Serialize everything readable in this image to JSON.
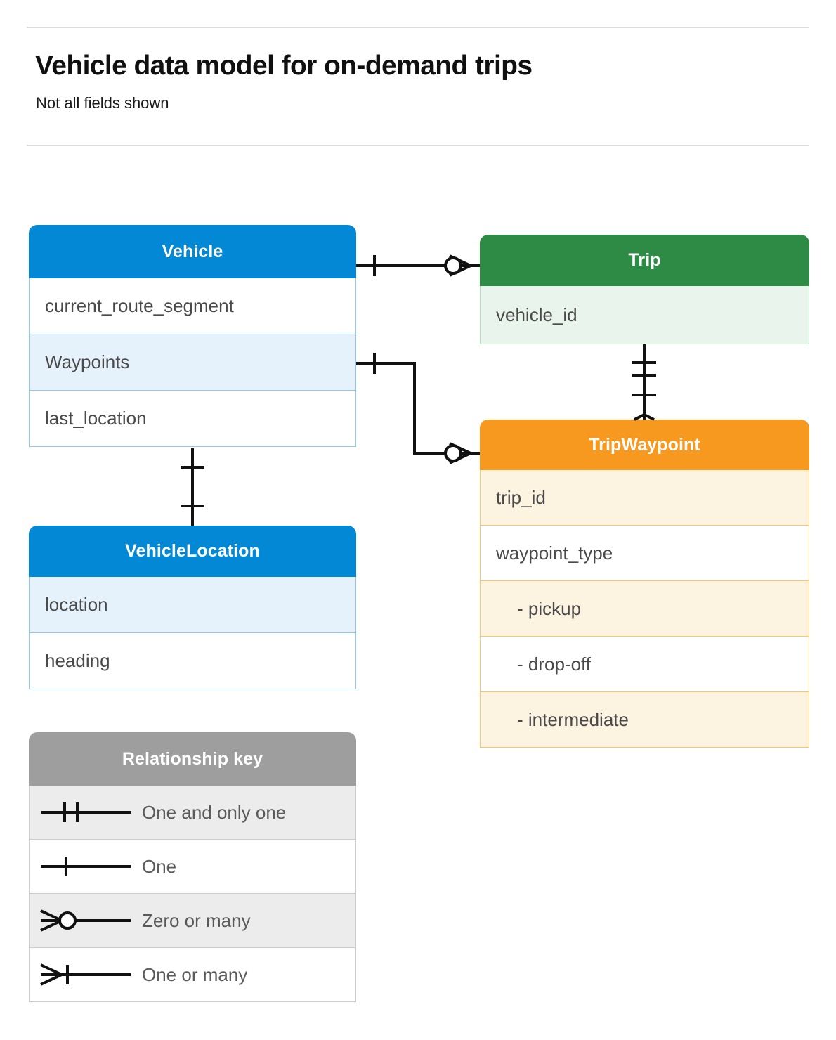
{
  "header": {
    "title": "Vehicle data model for on-demand trips",
    "subtitle": "Not all fields shown"
  },
  "colors": {
    "blue": "#0288d4",
    "blue_row_alt": "#e6f2fb",
    "green": "#2e8b46",
    "green_row_alt": "#e9f4ec",
    "orange": "#f7991e",
    "orange_row_alt": "#fdf3e1",
    "gray": "#9e9e9e",
    "gray_row_alt": "#ececec",
    "connector": "#111111"
  },
  "entities": {
    "vehicle": {
      "name": "Vehicle",
      "rows": [
        {
          "label": "current_route_segment",
          "highlighted": false
        },
        {
          "label": "Waypoints",
          "highlighted": true
        },
        {
          "label": "last_location",
          "highlighted": false
        }
      ]
    },
    "vehicle_location": {
      "name": "VehicleLocation",
      "rows": [
        {
          "label": "location",
          "highlighted": true
        },
        {
          "label": "heading",
          "highlighted": false
        }
      ]
    },
    "trip": {
      "name": "Trip",
      "rows": [
        {
          "label": "vehicle_id",
          "highlighted": true
        }
      ]
    },
    "trip_waypoint": {
      "name": "TripWaypoint",
      "rows": [
        {
          "label": "trip_id",
          "highlighted": true,
          "indent": false
        },
        {
          "label": "waypoint_type",
          "highlighted": false,
          "indent": false
        },
        {
          "label": "-  pickup",
          "highlighted": true,
          "indent": true
        },
        {
          "label": "-  drop-off",
          "highlighted": false,
          "indent": true
        },
        {
          "label": "-  intermediate",
          "highlighted": true,
          "indent": true
        }
      ]
    }
  },
  "legend": {
    "title": "Relationship key",
    "items": [
      {
        "label": "One and only one",
        "symbol": "one-and-only-one-symbol"
      },
      {
        "label": "One",
        "symbol": "one-symbol"
      },
      {
        "label": "Zero or many",
        "symbol": "zero-or-many-symbol"
      },
      {
        "label": "One or many",
        "symbol": "one-or-many-symbol"
      }
    ]
  },
  "relationships": [
    {
      "from": "Vehicle",
      "to": "Trip",
      "from_cardinality": "One",
      "to_cardinality": "Zero or many"
    },
    {
      "from": "Vehicle.Waypoints",
      "to": "TripWaypoint",
      "from_cardinality": "One",
      "to_cardinality": "Zero or many"
    },
    {
      "from": "Trip",
      "to": "TripWaypoint",
      "from_cardinality": "One and only one",
      "to_cardinality": "One or many"
    },
    {
      "from": "Vehicle",
      "to": "VehicleLocation",
      "from_cardinality": "One",
      "to_cardinality": "One"
    }
  ]
}
